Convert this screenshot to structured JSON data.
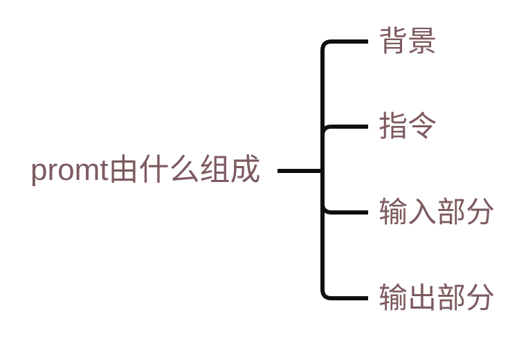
{
  "diagram": {
    "type": "mindmap-tree",
    "root": {
      "label": "promt由什么组成"
    },
    "children": [
      {
        "label": "背景"
      },
      {
        "label": "指令"
      },
      {
        "label": "输入部分"
      },
      {
        "label": "输出部分"
      }
    ]
  },
  "colors": {
    "text": "#7d5a5f",
    "line": "#0f0f0f",
    "background": "#ffffff"
  }
}
